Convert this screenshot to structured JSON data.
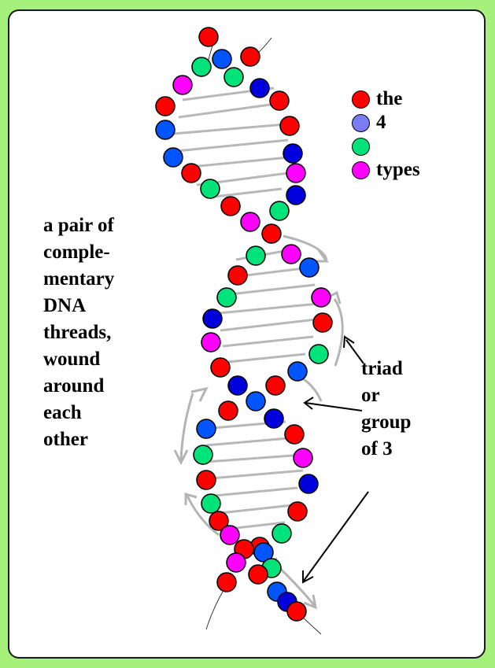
{
  "caption": {
    "lines": [
      "a pair of",
      "comple-",
      "mentary",
      "DNA",
      "threads,",
      "wound",
      "around",
      "each",
      "other"
    ]
  },
  "triad_label": {
    "lines": [
      "triad",
      "or",
      "group",
      "of 3"
    ]
  },
  "legend": {
    "items": [
      {
        "label": "the",
        "color": "#ff0000",
        "icon": "red-nucleotide-icon"
      },
      {
        "label": "4",
        "color": "#7b7bf5",
        "icon": "blue-nucleotide-icon"
      },
      {
        "label": "",
        "color": "#00e27a",
        "icon": "green-nucleotide-icon"
      },
      {
        "label": "types",
        "color": "#ff00ff",
        "icon": "magenta-nucleotide-icon"
      }
    ]
  },
  "colors": {
    "background": "#a6f07c",
    "panel": "#ffffff",
    "red": "#ff0000",
    "blue": "#0055ff",
    "dark_blue": "#0000dd",
    "green": "#00e27a",
    "magenta": "#ff00ff",
    "rung": "#b8b8b8",
    "arrow_gray": "#b4b4b4"
  }
}
